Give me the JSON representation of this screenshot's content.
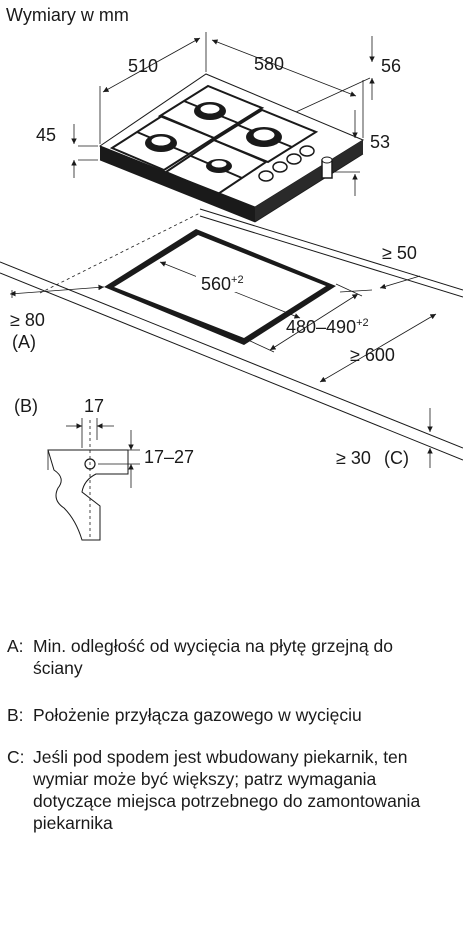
{
  "title": "Wymiary w mm",
  "dimensions": {
    "hob_depth": "510",
    "hob_width": "580",
    "hob_top_offset": "56",
    "hob_height_left": "45",
    "hob_height_right": "53",
    "rear_clearance": "≥ 50",
    "cutout_width": "560",
    "cutout_width_tol": "+2",
    "cutout_depth": "480–490",
    "cutout_depth_tol": "+2",
    "side_clearance": "≥ 80",
    "worktop_depth": "≥ 600",
    "worktop_thickness": "≥ 30",
    "connector_offset": "17",
    "connector_height": "17–27"
  },
  "labels": {
    "a_marker": "(A)",
    "b_marker": "(B)",
    "c_marker": "(C)"
  },
  "legend": [
    {
      "key": "A:",
      "text": "Min. odległość od wycięcia na płytę grzejną do ściany"
    },
    {
      "key": "B:",
      "text": "Położenie przyłącza gazowego w wycięciu"
    },
    {
      "key": "C:",
      "text": "Jeśli pod spodem jest wbudowany piekarnik, ten wymiar może być większy; patrz wymagania dotyczące miejsca potrzebnego do zamontowania piekarnika"
    }
  ]
}
